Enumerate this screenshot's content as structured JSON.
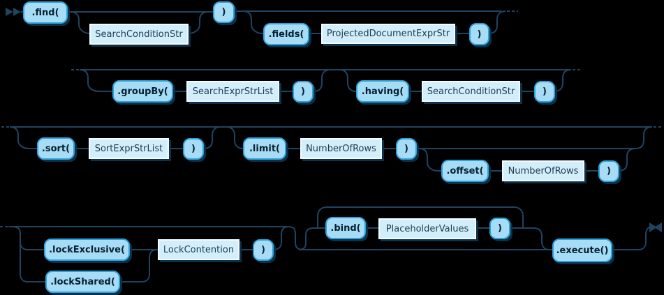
{
  "colors": {
    "background": "#000000",
    "line": "#1f4460",
    "shadow": "#0e3048",
    "terminal_fill": "#a7dcf7",
    "terminal_border": "#2ea3da",
    "terminal_text": "#07202f",
    "box_fill": "#d3eefb",
    "box_border": "#f2fbff",
    "box_text": "#1d3c50"
  },
  "icons": {
    "start_marker": "double-right-arrow",
    "end_marker": "facing-arrows"
  },
  "nodes": {
    "find": {
      "label": ".find(",
      "kind": "terminal"
    },
    "search_condition_str_1": {
      "label": "SearchConditionStr",
      "kind": "nonterminal"
    },
    "find_close": {
      "label": ")",
      "kind": "terminal"
    },
    "fields": {
      "label": ".fields(",
      "kind": "terminal"
    },
    "projected_document_expr_str": {
      "label": "ProjectedDocumentExprStr",
      "kind": "nonterminal"
    },
    "fields_close": {
      "label": ")",
      "kind": "terminal"
    },
    "group_by": {
      "label": ".groupBy(",
      "kind": "terminal"
    },
    "search_expr_str_list": {
      "label": "SearchExprStrList",
      "kind": "nonterminal"
    },
    "group_by_close": {
      "label": ")",
      "kind": "terminal"
    },
    "having": {
      "label": ".having(",
      "kind": "terminal"
    },
    "search_condition_str_2": {
      "label": "SearchConditionStr",
      "kind": "nonterminal"
    },
    "having_close": {
      "label": ")",
      "kind": "terminal"
    },
    "sort": {
      "label": ".sort(",
      "kind": "terminal"
    },
    "sort_expr_str_list": {
      "label": "SortExprStrList",
      "kind": "nonterminal"
    },
    "sort_close": {
      "label": ")",
      "kind": "terminal"
    },
    "limit": {
      "label": ".limit(",
      "kind": "terminal"
    },
    "number_of_rows_1": {
      "label": "NumberOfRows",
      "kind": "nonterminal"
    },
    "limit_close": {
      "label": ")",
      "kind": "terminal"
    },
    "offset": {
      "label": ".offset(",
      "kind": "terminal"
    },
    "number_of_rows_2": {
      "label": "NumberOfRows",
      "kind": "nonterminal"
    },
    "offset_close": {
      "label": ")",
      "kind": "terminal"
    },
    "lock_exclusive": {
      "label": ".lockExclusive(",
      "kind": "terminal"
    },
    "lock_shared": {
      "label": ".lockShared(",
      "kind": "terminal"
    },
    "lock_contention": {
      "label": "LockContention",
      "kind": "nonterminal"
    },
    "lock_close": {
      "label": ")",
      "kind": "terminal"
    },
    "bind": {
      "label": ".bind(",
      "kind": "terminal"
    },
    "placeholder_values": {
      "label": "PlaceholderValues",
      "kind": "nonterminal"
    },
    "bind_close": {
      "label": ")",
      "kind": "terminal"
    },
    "execute": {
      "label": ".execute()",
      "kind": "terminal"
    }
  }
}
